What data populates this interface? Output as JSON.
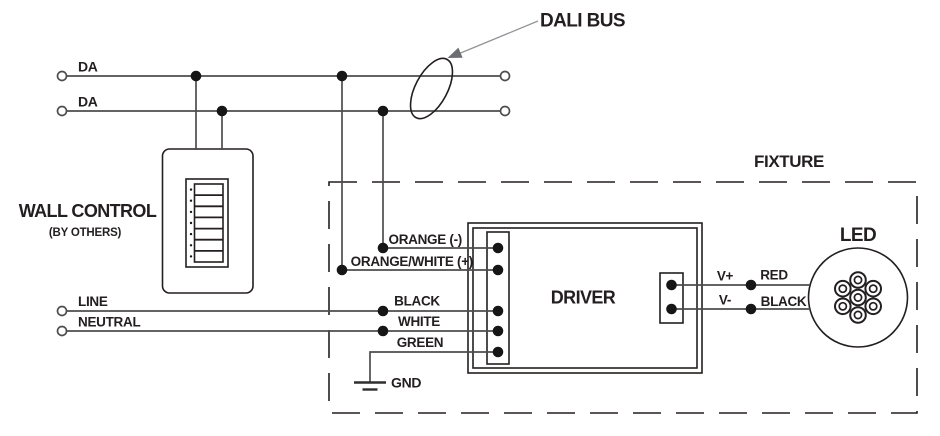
{
  "colors": {
    "background": "#ffffff",
    "wire": "#4d4d4d",
    "outline": "#231f20",
    "text": "#231f20",
    "callout_arrow": "#6d6e71"
  },
  "dali": {
    "bus_label": "DALI BUS",
    "terminal_top": "DA",
    "terminal_bottom": "DA"
  },
  "wall_control": {
    "title": "WALL CONTROL",
    "subtitle": "(BY OTHERS)",
    "keypad_button_count": 7
  },
  "mains": {
    "line_label": "LINE",
    "neutral_label": "NEUTRAL"
  },
  "fixture": {
    "label": "FIXTURE"
  },
  "driver": {
    "label": "DRIVER",
    "lead_dali_neg": "ORANGE (-)",
    "lead_dali_pos": "ORANGE/WHITE (+)",
    "lead_line": "BLACK",
    "lead_neutral": "WHITE",
    "lead_ground": "GREEN",
    "ground_label": "GND",
    "out_pos_terminal": "V+",
    "out_neg_terminal": "V-",
    "out_pos_wire": "RED",
    "out_neg_wire": "BLACK"
  },
  "led": {
    "label": "LED",
    "emitter_count": 7
  }
}
